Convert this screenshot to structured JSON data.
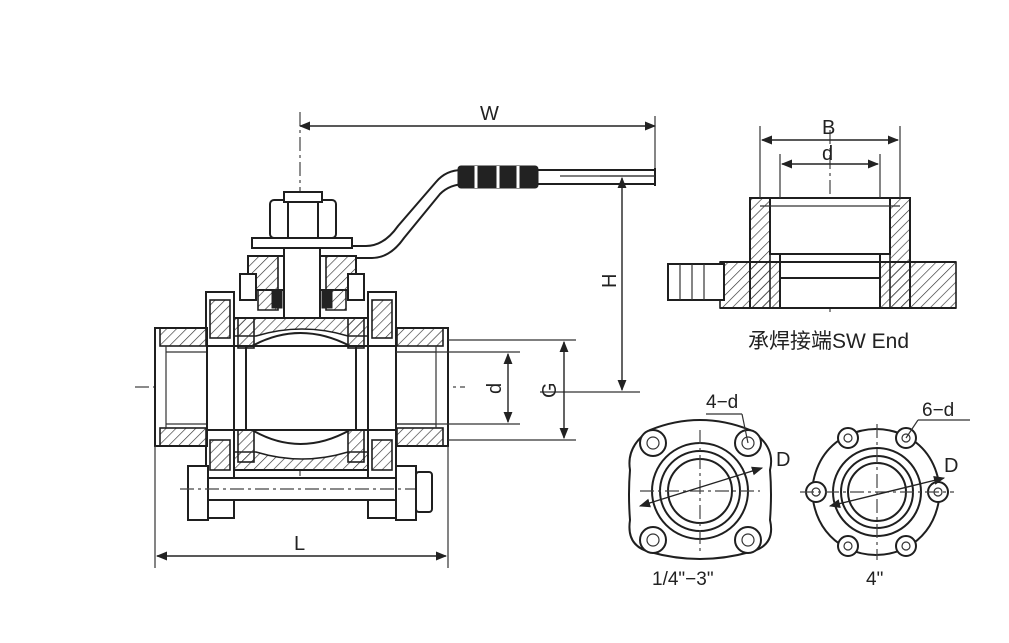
{
  "labels": {
    "W": "W",
    "H": "H",
    "L": "L",
    "d_bore": "d",
    "G": "G",
    "B": "B",
    "d_sw": "d",
    "sw_caption": "承焊接端SW End",
    "four_d": "4−d",
    "six_d": "6−d",
    "D_left": "D",
    "D_right": "D",
    "size_left": "1/4\"−3\"",
    "size_right": "4\""
  },
  "colors": {
    "line": "#1f1f1f",
    "background": "#ffffff"
  }
}
